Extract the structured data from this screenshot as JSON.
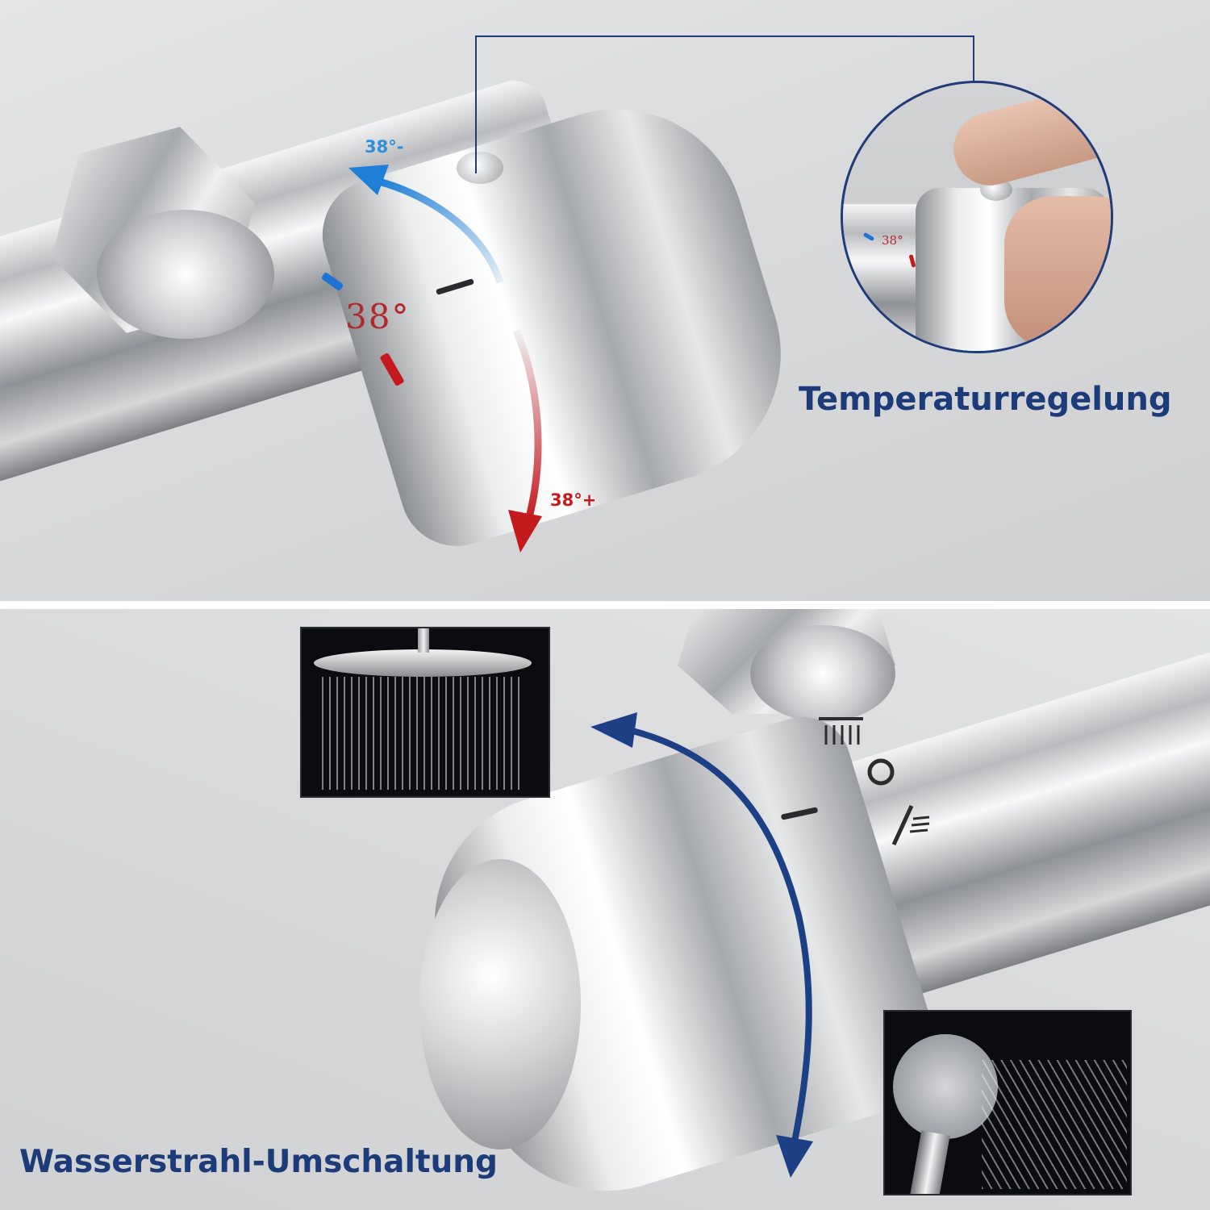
{
  "top_section": {
    "heading": "Temperaturregelung",
    "cold_label": "38°-",
    "hot_label": "38°+",
    "dial_temperature": "38°",
    "inset_temperature": "38°",
    "colors": {
      "cold": "#2f8fd8",
      "hot": "#c4191d",
      "heading": "#1d3b78",
      "callout_line": "#1f3c78"
    }
  },
  "bottom_section": {
    "heading": "Wasserstrahl-Umschaltung",
    "modes": [
      "rain-shower-icon",
      "off-circle-icon",
      "hand-shower-icon"
    ],
    "colors": {
      "arrow": "#1c3f86",
      "heading": "#1d3b78"
    }
  }
}
